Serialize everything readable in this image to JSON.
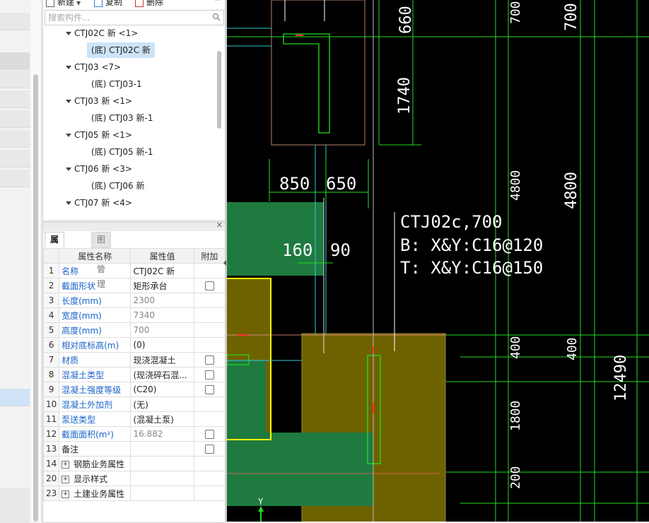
{
  "toolbar": {
    "new_label": "新建",
    "copy_label": "复制",
    "delete_label": "删除"
  },
  "search": {
    "placeholder": "搜索构件..."
  },
  "tree": [
    {
      "label": "CTJ02C 新 <1>",
      "type": "parent",
      "expanded": true
    },
    {
      "label": "(底) CTJ02C 新",
      "type": "child",
      "selected": true
    },
    {
      "label": "CTJ03 <7>",
      "type": "parent",
      "expanded": true
    },
    {
      "label": "(底) CTJ03-1",
      "type": "child"
    },
    {
      "label": "CTJ03 新 <1>",
      "type": "parent",
      "expanded": true
    },
    {
      "label": "(底) CTJ03 新-1",
      "type": "child"
    },
    {
      "label": "CTJ05 新 <1>",
      "type": "parent",
      "expanded": true
    },
    {
      "label": "(底) CTJ05 新-1",
      "type": "child"
    },
    {
      "label": "CTJ06 新 <3>",
      "type": "parent",
      "expanded": true
    },
    {
      "label": "(底) CTJ06 新",
      "type": "child"
    },
    {
      "label": "CTJ07 新 <4>",
      "type": "parent",
      "expanded": true
    }
  ],
  "property_panel": {
    "tabs": [
      "属性列表",
      "图层管理"
    ],
    "headers": [
      "属性名称",
      "属性值",
      "附加"
    ],
    "rows": [
      {
        "no": "1",
        "name": "名称",
        "value": "CTJ02C 新",
        "name_style": "blue",
        "value_style": "black",
        "checkbox": false
      },
      {
        "no": "2",
        "name": "截面形状",
        "value": "矩形承台",
        "name_style": "blue",
        "value_style": "black",
        "checkbox": true
      },
      {
        "no": "3",
        "name": "长度(mm)",
        "value": "2300",
        "name_style": "blue",
        "value_style": "grey",
        "checkbox": false
      },
      {
        "no": "4",
        "name": "宽度(mm)",
        "value": "7340",
        "name_style": "blue",
        "value_style": "grey",
        "checkbox": false
      },
      {
        "no": "5",
        "name": "高度(mm)",
        "value": "700",
        "name_style": "blue",
        "value_style": "grey",
        "checkbox": false
      },
      {
        "no": "6",
        "name": "相对底标高(m)",
        "value": "(0)",
        "name_style": "blue",
        "value_style": "black",
        "checkbox": false
      },
      {
        "no": "7",
        "name": "材质",
        "value": "现浇混凝土",
        "name_style": "blue",
        "value_style": "black",
        "checkbox": true
      },
      {
        "no": "8",
        "name": "混凝土类型",
        "value": "(现浇碎石混...",
        "name_style": "blue",
        "value_style": "black",
        "checkbox": true
      },
      {
        "no": "9",
        "name": "混凝土强度等级",
        "value": "(C20)",
        "name_style": "blue",
        "value_style": "black",
        "checkbox": true
      },
      {
        "no": "10",
        "name": "混凝土外加剂",
        "value": "(无)",
        "name_style": "blue",
        "value_style": "black",
        "checkbox": false
      },
      {
        "no": "11",
        "name": "泵送类型",
        "value": "(混凝土泵)",
        "name_style": "blue",
        "value_style": "black",
        "checkbox": false
      },
      {
        "no": "12",
        "name": "截面面积(m²)",
        "value": "16.882",
        "name_style": "blue",
        "value_style": "grey",
        "checkbox": true
      },
      {
        "no": "13",
        "name": "备注",
        "value": "",
        "name_style": "black",
        "value_style": "black",
        "checkbox": true
      },
      {
        "no": "14",
        "name": "钢筋业务属性",
        "value": "",
        "name_style": "black",
        "value_style": "black",
        "checkbox": false,
        "expander": "+"
      },
      {
        "no": "20",
        "name": "显示样式",
        "value": "",
        "name_style": "black",
        "value_style": "black",
        "checkbox": false,
        "expander": "+"
      },
      {
        "no": "23",
        "name": "土建业务属性",
        "value": "",
        "name_style": "black",
        "value_style": "black",
        "checkbox": false,
        "expander": "+"
      }
    ]
  },
  "drawing": {
    "dimensions": [
      "660",
      "700",
      "700",
      "1740",
      "850",
      "650",
      "4800",
      "4800",
      "160",
      "90",
      "400",
      "400",
      "12490",
      "1800",
      "200"
    ],
    "annotation": [
      "CTJ02c,700",
      "B: X&Y:C16@120",
      "T: X&Y:C16@150"
    ],
    "axis_label": "Y"
  },
  "colors": {
    "canvas_bg": "#000000",
    "cap_olive": "#6e6200",
    "cap_green": "#1f7a3f",
    "dim_green": "#22dd22",
    "highlight_yellow": "#ffff00",
    "wall_brown": "#b98868",
    "cyan_line": "#35c7d8",
    "selected_blue": "#1a63c9"
  }
}
